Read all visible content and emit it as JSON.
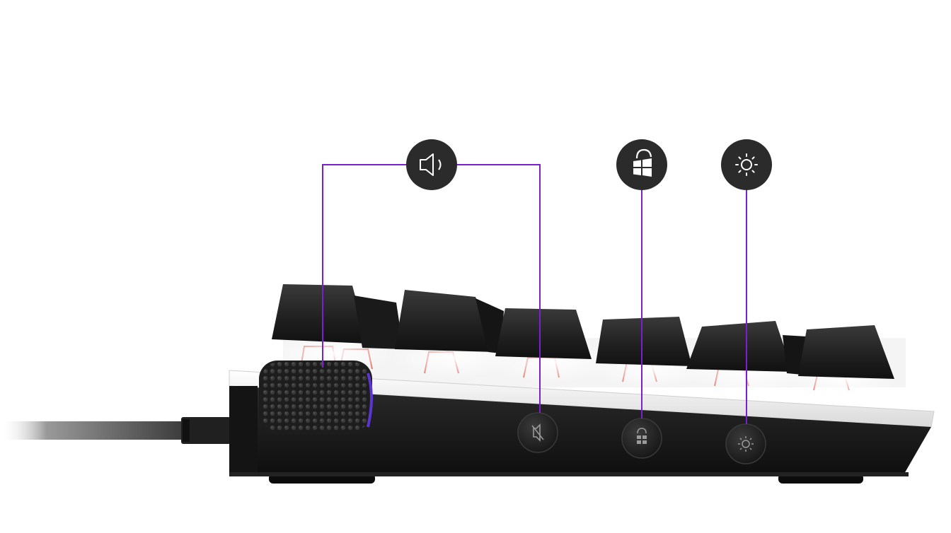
{
  "colors": {
    "background": "#ffffff",
    "callout_line": "#7b1fd1",
    "icon_badge": "#2b2b2b",
    "icon_glyph": "#ffffff",
    "keycap": "#222222",
    "keyboard_case": "#1a1a1a",
    "top_plate": "#f2f2f2",
    "switch_glow": "#e8564a"
  },
  "callouts": [
    {
      "name": "volume",
      "icon": "speaker-volume-icon",
      "points_to": [
        "volume-roller",
        "mute-button"
      ]
    },
    {
      "name": "windows-lock",
      "icon": "windows-lock-icon",
      "points_to": [
        "windows-lock-button"
      ]
    },
    {
      "name": "brightness",
      "icon": "brightness-sun-icon",
      "points_to": [
        "brightness-button"
      ]
    }
  ],
  "side_buttons": [
    {
      "name": "mute-button",
      "icon": "mute-icon"
    },
    {
      "name": "windows-lock-button",
      "icon": "windows-lock-icon"
    },
    {
      "name": "brightness-button",
      "icon": "brightness-sun-icon"
    }
  ],
  "controls": {
    "roller": {
      "name": "volume-roller",
      "texture": "dimpled"
    }
  }
}
